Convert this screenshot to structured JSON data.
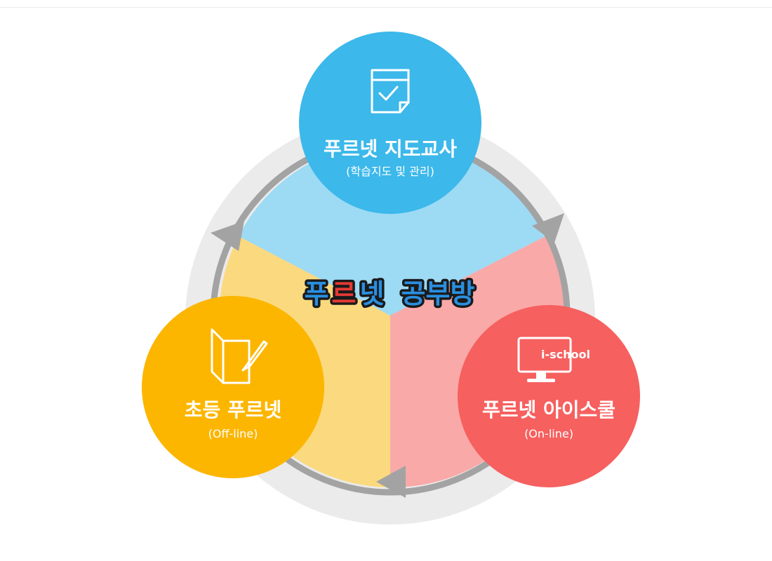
{
  "center": {
    "brand_chars": [
      "푸",
      "르",
      "넷"
    ],
    "suffix": "공부방",
    "colors": {
      "pu": "#2a8fe0",
      "reu": "#e53935",
      "net_j": "#2a8fe0",
      "net_cross": "#e53935",
      "suffix": "#2a8fe0"
    }
  },
  "nodes": {
    "teacher": {
      "title": "푸르넷 지도교사",
      "subtitle": "(학습지도 및 관리)",
      "icon": "checklist-note-icon",
      "color": "#3cb8ea",
      "segment_color": "#9ddaf4"
    },
    "ischool": {
      "title": "푸르넷 아이스쿨",
      "subtitle": "(On-line)",
      "icon": "monitor-icon",
      "icon_text": "i-school",
      "color": "#f6605f",
      "segment_color": "#f9a9a8"
    },
    "elementary": {
      "title": "초등 푸르넷",
      "subtitle": "(Off-line)",
      "icon": "notebook-pen-icon",
      "color": "#fcb600",
      "segment_color": "#fbd97e"
    }
  },
  "ring_color": "#a3a3a3",
  "halo_color": "#ebebeb"
}
